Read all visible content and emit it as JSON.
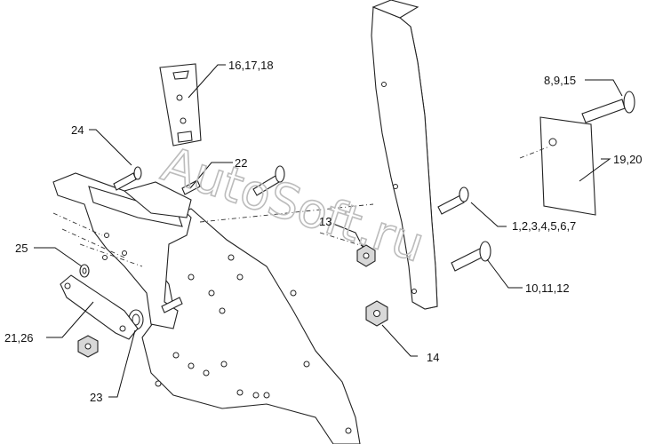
{
  "callouts": [
    {
      "id": "c1",
      "text": "16,17,18"
    },
    {
      "id": "c2",
      "text": "24"
    },
    {
      "id": "c3",
      "text": "22"
    },
    {
      "id": "c4",
      "text": "8,9,15"
    },
    {
      "id": "c5",
      "text": "19,20"
    },
    {
      "id": "c6",
      "text": "13"
    },
    {
      "id": "c7",
      "text": "1,2,3,4,5,6,7"
    },
    {
      "id": "c8",
      "text": "25"
    },
    {
      "id": "c9",
      "text": "10,11,12"
    },
    {
      "id": "c10",
      "text": "21,26"
    },
    {
      "id": "c11",
      "text": "14"
    },
    {
      "id": "c12",
      "text": "23"
    }
  ],
  "watermark": {
    "text": "AutoSoft.ru"
  }
}
